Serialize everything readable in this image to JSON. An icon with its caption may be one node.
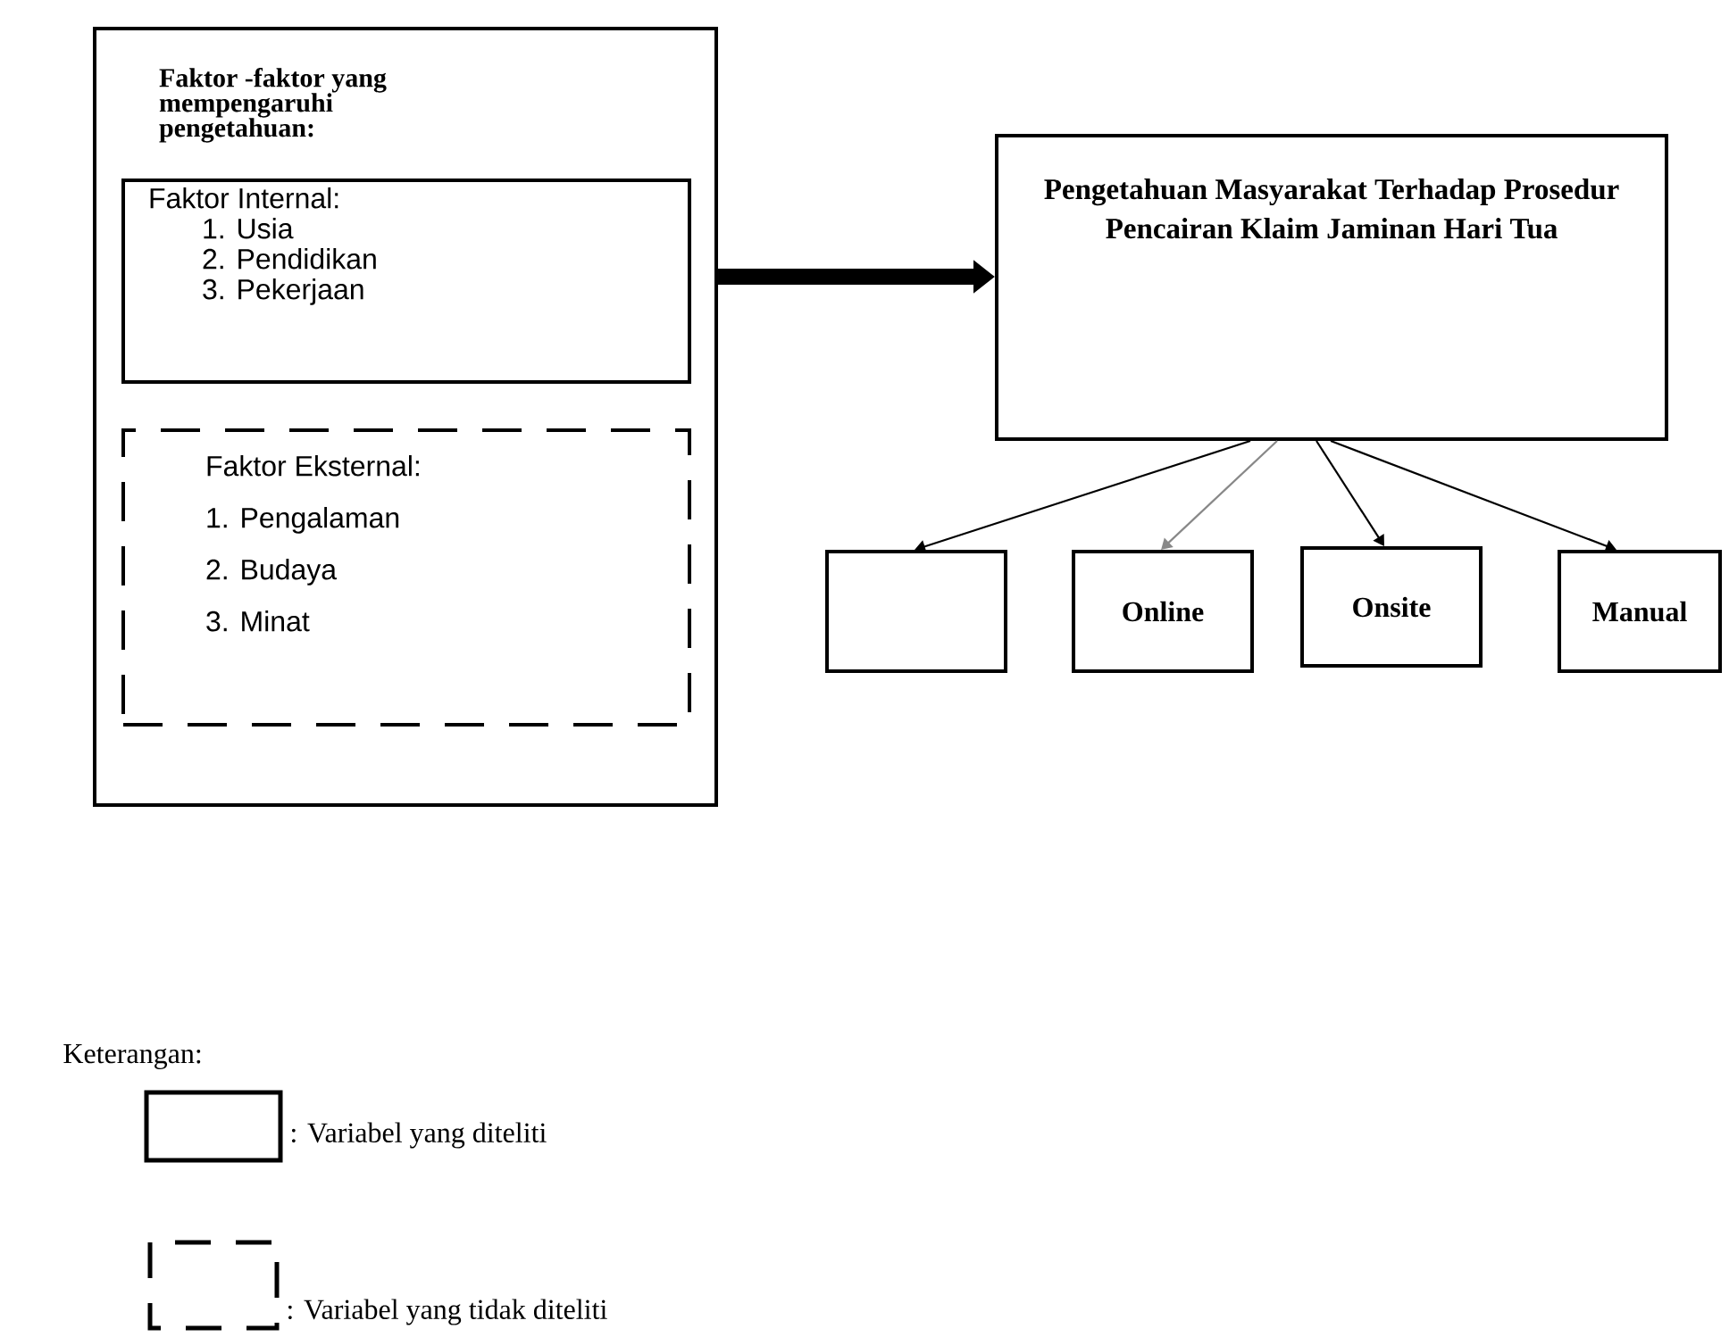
{
  "diagram": {
    "nodes": [
      {
        "text": [
          "Faktor -faktor yang mempengaruhi pengetahuan:"
        ]
      },
      {
        "text": [
          "Faktor Internal:",
          "1. Usia",
          "2. Pendidikan",
          "3. Pekerjaan"
        ],
        "in": 0
      },
      {
        "text": [
          "Faktor Eksternal:",
          "1. Pengalaman",
          "2. Budaya",
          "3. Minat"
        ],
        "in": 0
      },
      {
        "text": [
          "Pengetahuan Masyarakat Terhadap Prosedur Pencairan Klaim Jaminan Hari Tua"
        ]
      },
      {
        "text": [],
        "shape": "box"
      },
      {
        "text": [
          "Online"
        ]
      },
      {
        "text": [
          "Onsite"
        ]
      },
      {
        "text": [
          "Manual"
        ]
      }
    ],
    "edges": [
      {
        "from": 0,
        "to": 3,
        "arrow": "to",
        "style": "thick"
      },
      {
        "from": 3,
        "to": 4,
        "arrow": "to"
      },
      {
        "from": 3,
        "to": 5,
        "arrow": "to",
        "color": "#888888"
      },
      {
        "from": 3,
        "to": 6,
        "arrow": "to"
      },
      {
        "from": 3,
        "to": 7,
        "arrow": "to"
      }
    ],
    "labels": [
      "Keterangan:"
    ],
    "legend": [
      {
        "text": ": Variabel yang diteliti"
      },
      {
        "text": ": Variabel yang tidak diteliti"
      }
    ]
  }
}
